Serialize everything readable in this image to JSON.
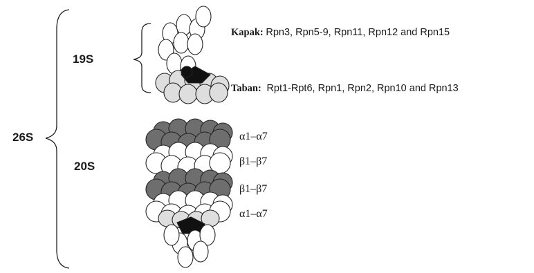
{
  "labels": {
    "total": "26S",
    "regulatory": "19S",
    "core": "20S"
  },
  "lid": {
    "name": "Kapak:",
    "subunits": "Rpn3, Rpn5-9, Rpn11, Rpn12 and Rpn15"
  },
  "base": {
    "name": "Taban:",
    "subunits": "Rpt1-Rpt6, Rpn1, Rpn2, Rpn10 and Rpn13"
  },
  "rings": [
    "α1–α7",
    "β1–β7",
    "β1–β7",
    "α1–α7"
  ],
  "colors": {
    "alpha_ring": "#6e6e6e",
    "beta_ring": "#ffffff",
    "base_ring": "#dedede",
    "atpase_core": "#111111",
    "outline": "#222222"
  }
}
